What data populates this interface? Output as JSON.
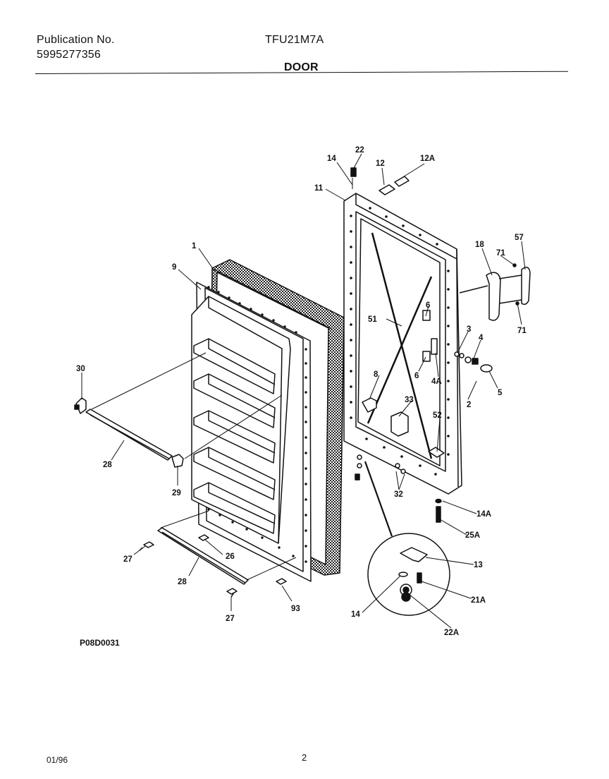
{
  "header": {
    "publication_label": "Publication No.",
    "publication_number": "5995277356",
    "model": "TFU21M7A",
    "section": "DOOR"
  },
  "footer": {
    "drawing_code": "P08D0031",
    "date": "01/96",
    "page_number": "2"
  },
  "callouts": {
    "c1": "1",
    "c9": "9",
    "c30": "30",
    "c28a": "28",
    "c29": "29",
    "c27a": "27",
    "c26": "26",
    "c28b": "28",
    "c27b": "27",
    "c93": "93",
    "c14a": "14",
    "c22": "22",
    "c12": "12",
    "c12A": "12A",
    "c11": "11",
    "c18": "18",
    "c71a": "71",
    "c57": "57",
    "c71b": "71",
    "c3": "3",
    "c4": "4",
    "c4A": "4A",
    "c5": "5",
    "c2": "2",
    "c6a": "6",
    "c6b": "6",
    "c51": "51",
    "c8": "8",
    "c33": "33",
    "c52": "52",
    "c32": "32",
    "c14A": "14A",
    "c25A": "25A",
    "c13": "13",
    "c21A": "21A",
    "c14b": "14",
    "c22A": "22A"
  }
}
